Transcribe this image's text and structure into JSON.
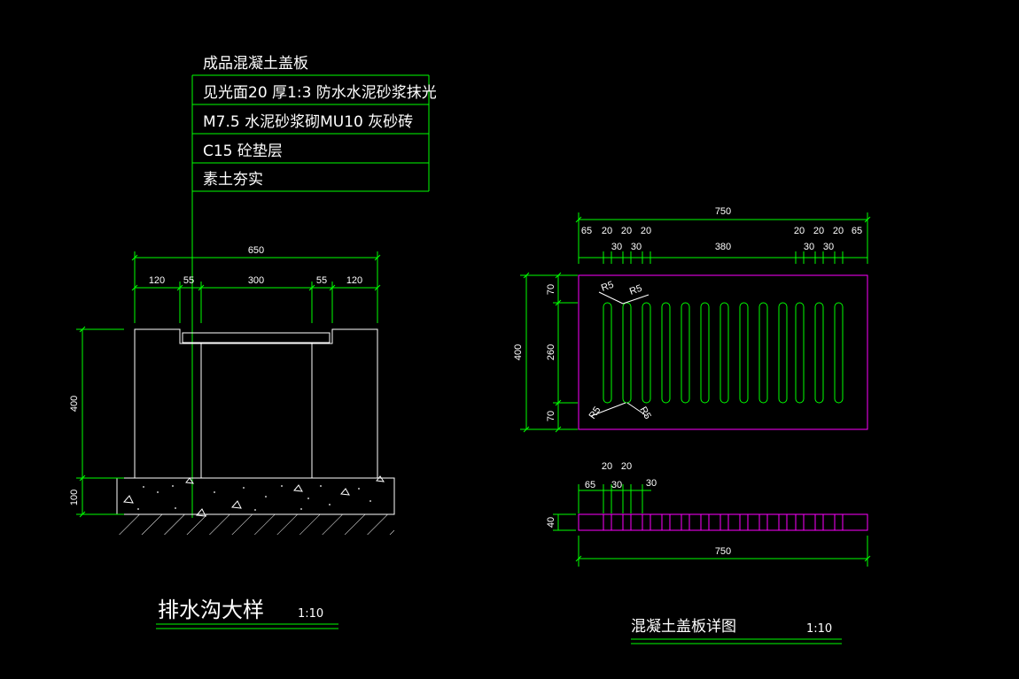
{
  "colors": {
    "background": "#000000",
    "dimension": "#00ff00",
    "outline": "#ffffff",
    "cover_plate": "#ff00ff"
  },
  "section_detail": {
    "layers": [
      "成品混凝土盖板",
      "见光面20 厚1:3  防水水泥砂浆抹光",
      "M7.5  水泥砂浆砌MU10  灰砂砖",
      "C15  砼垫层",
      "素土夯实"
    ],
    "dims": {
      "overall_width": "650",
      "wall_left": "120",
      "ledge_left": "55",
      "channel": "300",
      "ledge_right": "55",
      "wall_right": "120",
      "height": "400",
      "base": "100"
    },
    "title": "排水沟大样",
    "scale": "1:10"
  },
  "cover_plate_detail": {
    "top_dims": {
      "overall": "750",
      "row1": [
        "65",
        "20",
        "20",
        "20",
        "20",
        "20",
        "20",
        "65"
      ],
      "row2": [
        "30",
        "30",
        "380",
        "30",
        "30"
      ]
    },
    "side_dims": {
      "overall": "400",
      "top": "70",
      "middle": "260",
      "bottom": "70"
    },
    "radius_labels": [
      "R5",
      "R5",
      "R5",
      "R5"
    ],
    "slot_count": 13,
    "section_dims": {
      "row1": [
        "20",
        "20"
      ],
      "row2": [
        "65",
        "30",
        "30"
      ],
      "thickness": "40",
      "overall": "750"
    },
    "title": "混凝土盖板详图",
    "scale": "1:10"
  }
}
